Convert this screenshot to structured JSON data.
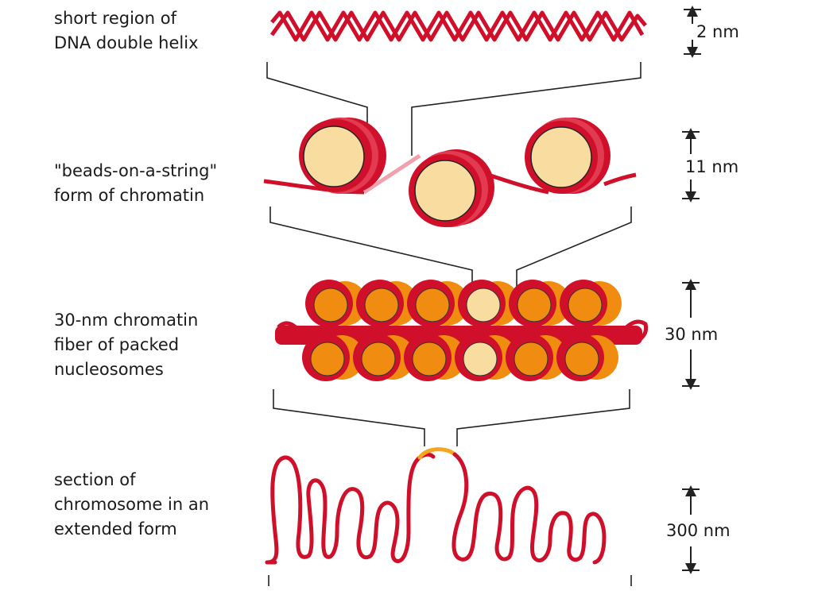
{
  "levels": [
    {
      "label": "short region of\nDNA double helix",
      "scale": "2 nm"
    },
    {
      "label": "\"beads-on-a-string\"\nform of chromatin",
      "scale": "11 nm"
    },
    {
      "label": "30-nm chromatin\nfiber of packed\nnucleosomes",
      "scale": "30 nm"
    },
    {
      "label": "section of\nchromosome in an\nextended form",
      "scale": "300 nm"
    }
  ],
  "colors": {
    "dna": "#d0102a",
    "dna_highlight": "#f2a0ad",
    "histone": "#f9dca0",
    "histone_packed": "#f08c10",
    "loop_highlight": "#f5a623",
    "line": "#222222"
  }
}
